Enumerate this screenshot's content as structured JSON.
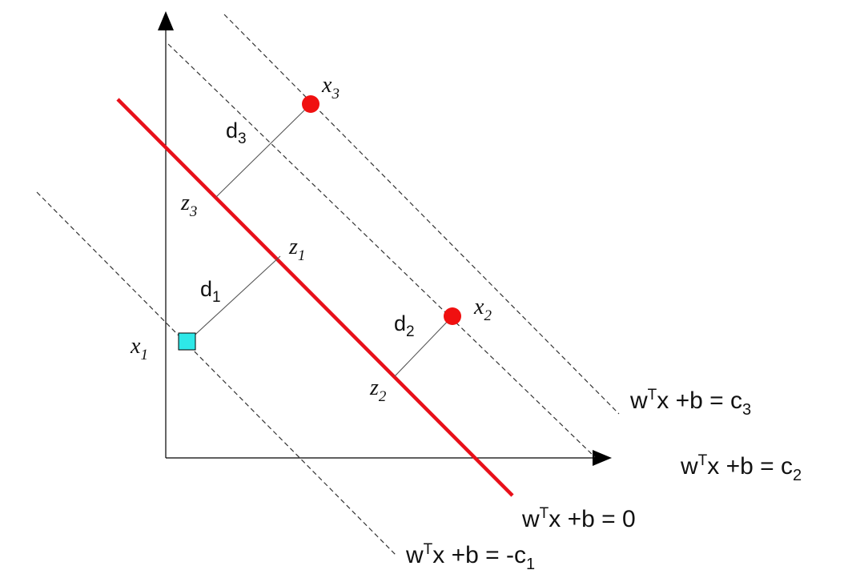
{
  "colors": {
    "axis": "#000000",
    "hyperplane": "#e8101a",
    "dashed": "#333333",
    "perpendicular": "#555555",
    "point_positive": "#f01010",
    "point_negative": "#2ee8e8"
  },
  "points": {
    "x1": {
      "base": "x",
      "sub": "1",
      "marker": "square",
      "class": "negative"
    },
    "x2": {
      "base": "x",
      "sub": "2",
      "marker": "circle",
      "class": "positive"
    },
    "x3": {
      "base": "x",
      "sub": "3",
      "marker": "circle",
      "class": "positive"
    }
  },
  "projections": {
    "z1": {
      "base": "z",
      "sub": "1"
    },
    "z2": {
      "base": "z",
      "sub": "2"
    },
    "z3": {
      "base": "z",
      "sub": "3"
    }
  },
  "distances": {
    "d1": {
      "base": "d",
      "sub": "1"
    },
    "d2": {
      "base": "d",
      "sub": "2"
    },
    "d3": {
      "base": "d",
      "sub": "3"
    }
  },
  "equations": {
    "hyperplane": {
      "w": "w",
      "sup": "T",
      "rest": "x +b = 0"
    },
    "c3": {
      "w": "w",
      "sup": "T",
      "rest": "x +b = c",
      "sub": "3"
    },
    "c2": {
      "w": "w",
      "sup": "T",
      "rest": "x +b = c",
      "sub": "2"
    },
    "minus_c1": {
      "w": "w",
      "sup": "T",
      "rest": "x +b = -c",
      "sub": "1"
    }
  }
}
